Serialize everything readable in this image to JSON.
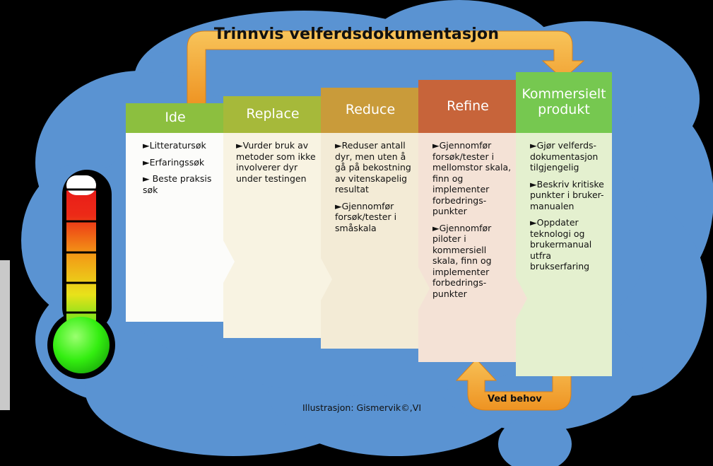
{
  "title": "Trinnvis velferdsdokumentasjon",
  "credit": "Illustrasjon: Gismervik©,VI",
  "feedback_label": "Ved behov",
  "columns": [
    {
      "header": "Ide",
      "bullets": [
        "►Litteratursøk",
        "►Erfaringssøk",
        "► Beste praksis søk"
      ]
    },
    {
      "header": "Replace",
      "bullets": [
        "►Vurder bruk av metoder som ikke involverer dyr under testingen"
      ]
    },
    {
      "header": "Reduce",
      "bullets": [
        "►Reduser antall dyr, men uten å gå på bekostning av vitenskapelig resultat",
        "►Gjennomfør forsøk/tester i småskala"
      ]
    },
    {
      "header": "Refine",
      "bullets": [
        "►Gjennomfør forsøk/tester i mellomstor skala, finn og implementer forbedrings-punkter",
        "►Gjennomfør piloter i kommersiell skala, finn og implementer forbedrings-punkter"
      ]
    },
    {
      "header": "Kommersielt produkt",
      "bullets": [
        "►Gjør velferds-dokumentasjon tilgjengelig",
        "►Beskriv kritiske punkter i bruker-manualen",
        "►Oppdater teknologi og brukermanual utfra brukserfaring"
      ]
    }
  ],
  "colors": {
    "cloud": "#5a93d2",
    "arrow_orange": "#f2a533",
    "ide": "#8cbf3f",
    "replace": "#a6b93a",
    "reduce": "#c99b3a",
    "refine": "#c7643a",
    "produkt": "#76c850"
  },
  "thermometer": {
    "levels": [
      "red",
      "orange",
      "yellow",
      "green"
    ]
  }
}
